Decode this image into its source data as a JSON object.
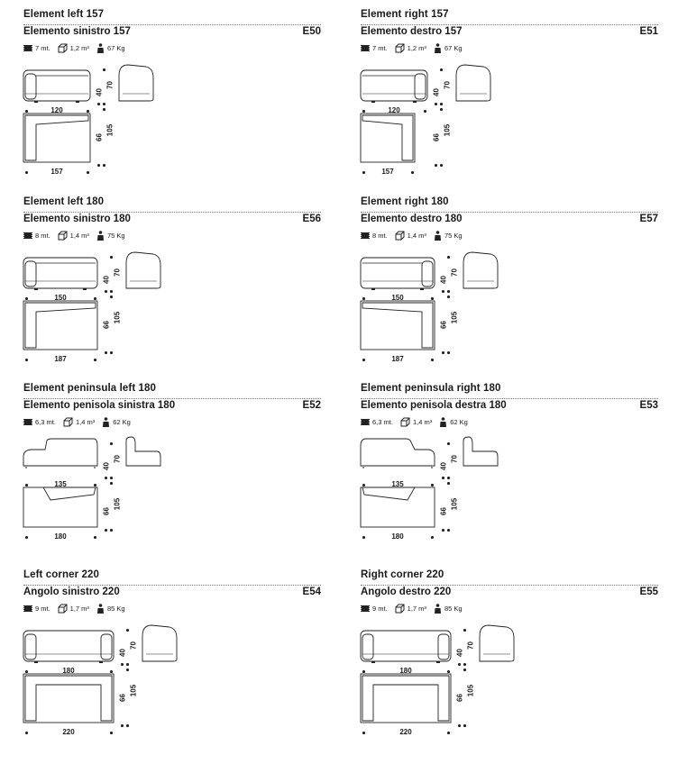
{
  "blocks": [
    {
      "title_en": "Element left 157",
      "title_it": "Elemento sinistro 157",
      "code": "E50",
      "specs": {
        "fabric": "7 mt.",
        "volume": "1,2 m³",
        "weight": "67 Kg"
      },
      "dims": {
        "front_width": "120",
        "plan_width": "157",
        "seat_h": "40",
        "total_h": "70",
        "depth_a": "66",
        "depth_b": "105"
      }
    },
    {
      "title_en": "Element right 157",
      "title_it": "Elemento destro 157",
      "code": "E51",
      "specs": {
        "fabric": "7 mt.",
        "volume": "1,2 m³",
        "weight": "67 Kg"
      },
      "dims": {
        "front_width": "120",
        "plan_width": "157",
        "seat_h": "40",
        "total_h": "70",
        "depth_a": "66",
        "depth_b": "105"
      }
    },
    {
      "title_en": "Element left 180",
      "title_it": "Elemento sinistro 180",
      "code": "E56",
      "specs": {
        "fabric": "8 mt.",
        "volume": "1,4 m³",
        "weight": "75 Kg"
      },
      "dims": {
        "front_width": "150",
        "plan_width": "187",
        "seat_h": "40",
        "total_h": "70",
        "depth_a": "66",
        "depth_b": "105"
      }
    },
    {
      "title_en": "Element right 180",
      "title_it": "Elemento destro 180",
      "code": "E57",
      "specs": {
        "fabric": "8 mt.",
        "volume": "1,4 m³",
        "weight": "75 Kg"
      },
      "dims": {
        "front_width": "150",
        "plan_width": "187",
        "seat_h": "40",
        "total_h": "70",
        "depth_a": "66",
        "depth_b": "105"
      }
    },
    {
      "title_en": "Element peninsula left 180",
      "title_it": "Elemento penisola sinistra 180",
      "code": "E52",
      "specs": {
        "fabric": "6,3 mt.",
        "volume": "1,4 m³",
        "weight": "62 Kg"
      },
      "dims": {
        "front_width": "135",
        "plan_width": "180",
        "seat_h": "40",
        "total_h": "70",
        "depth_a": "66",
        "depth_b": "105"
      }
    },
    {
      "title_en": "Element peninsula right 180",
      "title_it": "Elemento penisola destra 180",
      "code": "E53",
      "specs": {
        "fabric": "6,3 mt.",
        "volume": "1,4 m³",
        "weight": "62 Kg"
      },
      "dims": {
        "front_width": "135",
        "plan_width": "180",
        "seat_h": "40",
        "total_h": "70",
        "depth_a": "66",
        "depth_b": "105"
      }
    },
    {
      "title_en": "Left corner 220",
      "title_it": "Angolo sinistro 220",
      "code": "E54",
      "specs": {
        "fabric": "9 mt.",
        "volume": "1,7 m³",
        "weight": "85 Kg"
      },
      "dims": {
        "front_width": "180",
        "plan_width": "220",
        "seat_h": "40",
        "total_h": "70",
        "depth_a": "66",
        "depth_b": "105"
      }
    },
    {
      "title_en": "Right corner 220",
      "title_it": "Angolo destro 220",
      "code": "E55",
      "specs": {
        "fabric": "9 mt.",
        "volume": "1,7 m³",
        "weight": "85 Kg"
      },
      "dims": {
        "front_width": "180",
        "plan_width": "220",
        "seat_h": "40",
        "total_h": "70",
        "depth_a": "66",
        "depth_b": "105"
      }
    }
  ]
}
